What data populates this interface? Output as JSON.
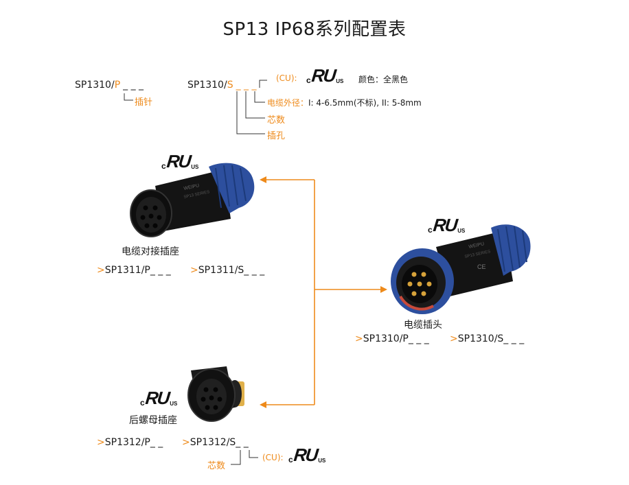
{
  "title": "SP13 IP68系列配置表",
  "plug_code": {
    "prefix": "SP1310/",
    "letter": "P",
    "blanks": "_ _ _"
  },
  "plug_legend": "插针",
  "socket_code": {
    "prefix": "SP1310/",
    "letter": "S",
    "blanks": "_ _ _"
  },
  "cu_label": "(CU):",
  "color_label": "颜色：全黑色",
  "cable_od": {
    "label": "电缆外径：",
    "value": "I: 4-6.5mm(不标), II: 5-8mm"
  },
  "cores_label": "芯数",
  "hole_label": "插孔",
  "ul_logo": {
    "c": "c",
    "mark": "RU",
    "us": "US"
  },
  "products": {
    "inline_socket": {
      "name": "电缆对接插座",
      "codes": [
        ">SP1311/P_ _ _",
        ">SP1311/S_ _ _"
      ],
      "emboss_brand": "WEIPU",
      "emboss_series": "SP13 SERIES"
    },
    "plug": {
      "name": "电缆插头",
      "codes": [
        ">SP1310/P_ _ _",
        ">SP1310/S_ _ _"
      ],
      "emboss_brand": "WEIPU",
      "emboss_series": "SP13 SERIES",
      "emboss_ce": "CE"
    },
    "rear_socket": {
      "name": "后螺母插座",
      "codes": [
        ">SP1312/P_ _",
        ">SP1312/S_ _"
      ],
      "cores_label": "芯数",
      "cu_label": "(CU):"
    }
  },
  "colors": {
    "accent": "#ee8a1a",
    "line": "#333333",
    "connector_blue": "#2d4f9e",
    "connector_black": "#151515"
  }
}
